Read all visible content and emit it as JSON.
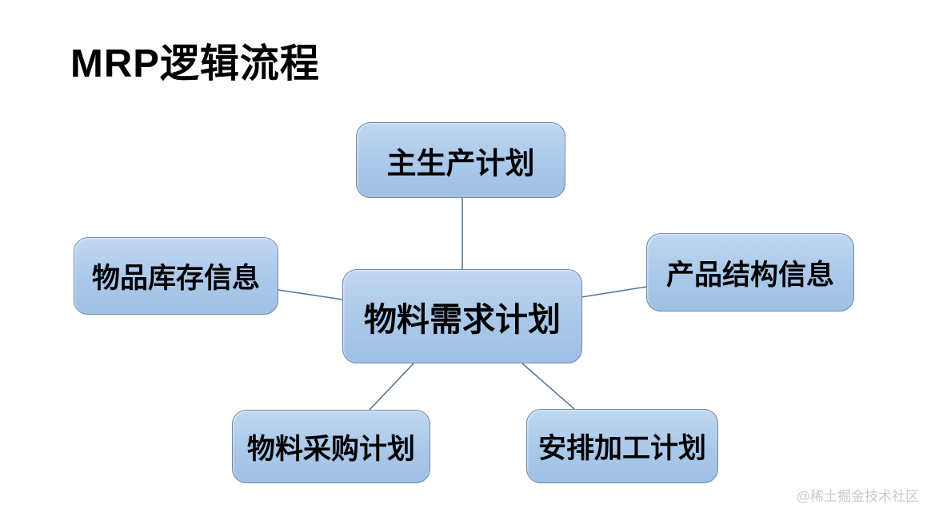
{
  "title": "MRP逻辑流程",
  "watermark": "@稀土掘金技术社区",
  "colors": {
    "bg": "#ffffff",
    "title_color": "#000000",
    "node_fill_top": "#c0d7f1",
    "node_fill_mid": "#aac8e9",
    "node_fill_bottom": "#9fc0e4",
    "node_border": "#6e89a5",
    "connector": "#55789c",
    "watermark_color": "#c9c9c9"
  },
  "diagram": {
    "nodes": [
      {
        "id": "master-production-plan",
        "label": "主生产计划",
        "position": "top"
      },
      {
        "id": "item-inventory-info",
        "label": "物品库存信息",
        "position": "left"
      },
      {
        "id": "product-structure-info",
        "label": "产品结构信息",
        "position": "right"
      },
      {
        "id": "material-requirements-plan",
        "label": "物料需求计划",
        "position": "center"
      },
      {
        "id": "material-purchase-plan",
        "label": "物料采购计划",
        "position": "bottom-left"
      },
      {
        "id": "processing-schedule-plan",
        "label": "安排加工计划",
        "position": "bottom-right"
      }
    ],
    "edges": [
      {
        "from": "master-production-plan",
        "to": "material-requirements-plan"
      },
      {
        "from": "item-inventory-info",
        "to": "material-requirements-plan"
      },
      {
        "from": "product-structure-info",
        "to": "material-requirements-plan"
      },
      {
        "from": "material-requirements-plan",
        "to": "material-purchase-plan"
      },
      {
        "from": "material-requirements-plan",
        "to": "processing-schedule-plan"
      }
    ]
  }
}
